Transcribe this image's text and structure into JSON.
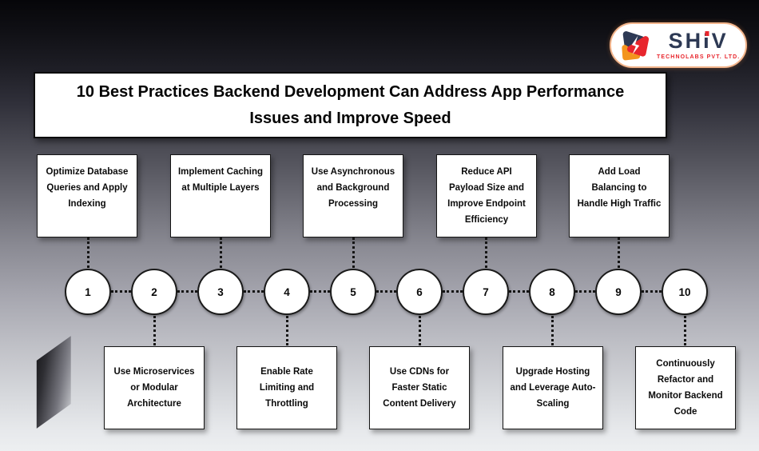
{
  "brand": {
    "part1": "SH",
    "part2": "I",
    "part3": "V",
    "tagline": "TECHNOLABS PVT. LTD.",
    "colors": {
      "navy": "#2d3954",
      "red": "#e8262d",
      "orange": "#f3951d",
      "glow": "#f2b48b"
    }
  },
  "title": {
    "line1": "10 Best Practices Backend Development Can Address App Performance",
    "line2": "Issues and Improve Speed"
  },
  "steps": [
    {
      "number": "1",
      "label": "Optimize Database Queries and Apply Indexing",
      "position": "top"
    },
    {
      "number": "2",
      "label": "Use Microservices or Modular Architecture",
      "position": "bottom"
    },
    {
      "number": "3",
      "label": "Implement Caching at Multiple Layers",
      "position": "top"
    },
    {
      "number": "4",
      "label": "Enable Rate Limiting and Throttling",
      "position": "bottom"
    },
    {
      "number": "5",
      "label": "Use Asynchronous and Background Processing",
      "position": "top"
    },
    {
      "number": "6",
      "label": "Use CDNs for Faster Static Content Delivery",
      "position": "bottom"
    },
    {
      "number": "7",
      "label": "Reduce API Payload Size and Improve Endpoint Efficiency",
      "position": "top"
    },
    {
      "number": "8",
      "label": "Upgrade Hosting and Leverage Auto-Scaling",
      "position": "bottom"
    },
    {
      "number": "9",
      "label": "Add Load Balancing to Handle High Traffic",
      "position": "top"
    },
    {
      "number": "10",
      "label": "Continuously Refactor and Monitor Backend Code",
      "position": "bottom"
    }
  ]
}
